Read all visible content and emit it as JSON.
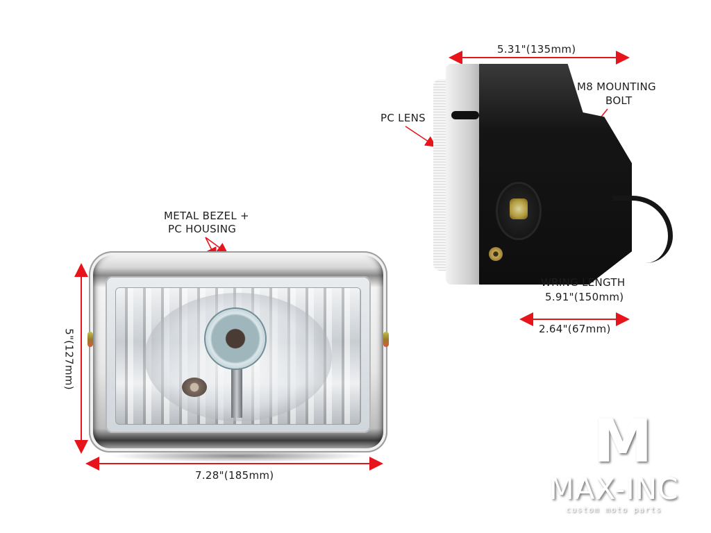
{
  "colors": {
    "background": "#ffffff",
    "annotation_arrow": "#e8141c",
    "label_text": "#1e1e1e"
  },
  "front_view": {
    "bezel_label_line1": "METAL BEZEL +",
    "bezel_label_line2": "PC HOUSING",
    "height_dimension": "5\"(127mm)",
    "width_dimension": "7.28\"(185mm)"
  },
  "side_view": {
    "depth_dimension": "5.31\"(135mm)",
    "pc_lens_label": "PC LENS",
    "mounting_bolt_label_line1": "M8 MOUNTING",
    "mounting_bolt_label_line2": "BOLT",
    "wiring_label_line1": "WRING LENGTH",
    "wiring_label_line2": "5.91\"(150mm)",
    "rear_dimension": "2.64\"(67mm)"
  },
  "logo": {
    "mark": "M",
    "name": "MAX-INC",
    "tagline": "custom moto parts"
  }
}
